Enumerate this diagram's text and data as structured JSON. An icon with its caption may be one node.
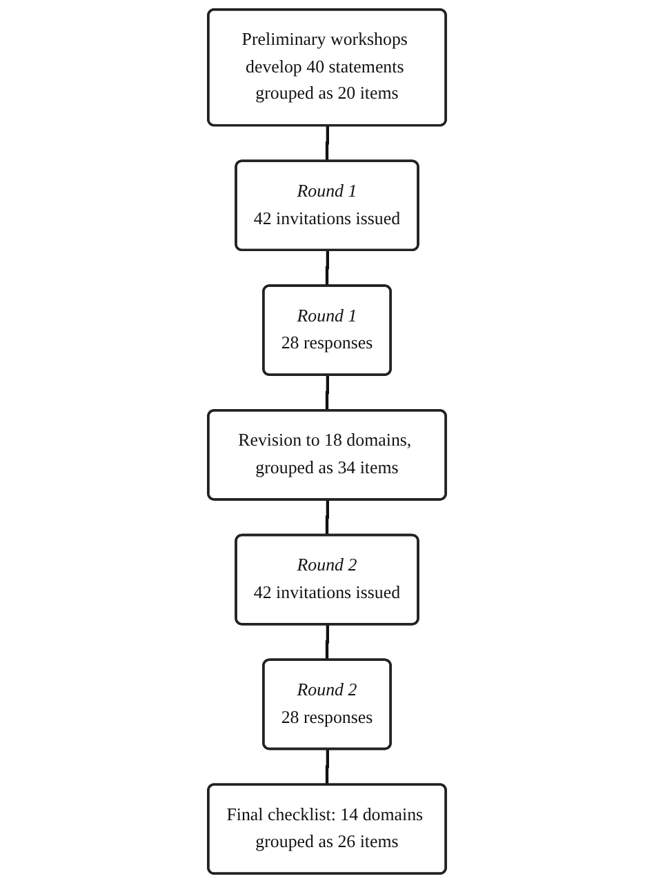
{
  "diagram": {
    "nodes": [
      {
        "text": [
          "Preliminary workshops develop 40 statements grouped as 20 items"
        ]
      },
      {
        "text": [
          "Round 1",
          "42 invitations issued"
        ]
      },
      {
        "text": [
          "Round 1",
          "28 responses"
        ]
      },
      {
        "text": [
          "Revision to 18 domains, grouped as 34 items"
        ]
      },
      {
        "text": [
          "Round 2",
          "42 invitations issued"
        ]
      },
      {
        "text": [
          "Round 2",
          "28 responses"
        ]
      },
      {
        "text": [
          "Final checklist: 14 domains grouped as 26 items"
        ]
      }
    ],
    "edges": [
      {
        "from": 0,
        "to": 1,
        "arrow": "none"
      },
      {
        "from": 1,
        "to": 2,
        "arrow": "none"
      },
      {
        "from": 2,
        "to": 3,
        "arrow": "none"
      },
      {
        "from": 3,
        "to": 4,
        "arrow": "none"
      },
      {
        "from": 4,
        "to": 5,
        "arrow": "none"
      },
      {
        "from": 5,
        "to": 6,
        "arrow": "none"
      }
    ]
  }
}
